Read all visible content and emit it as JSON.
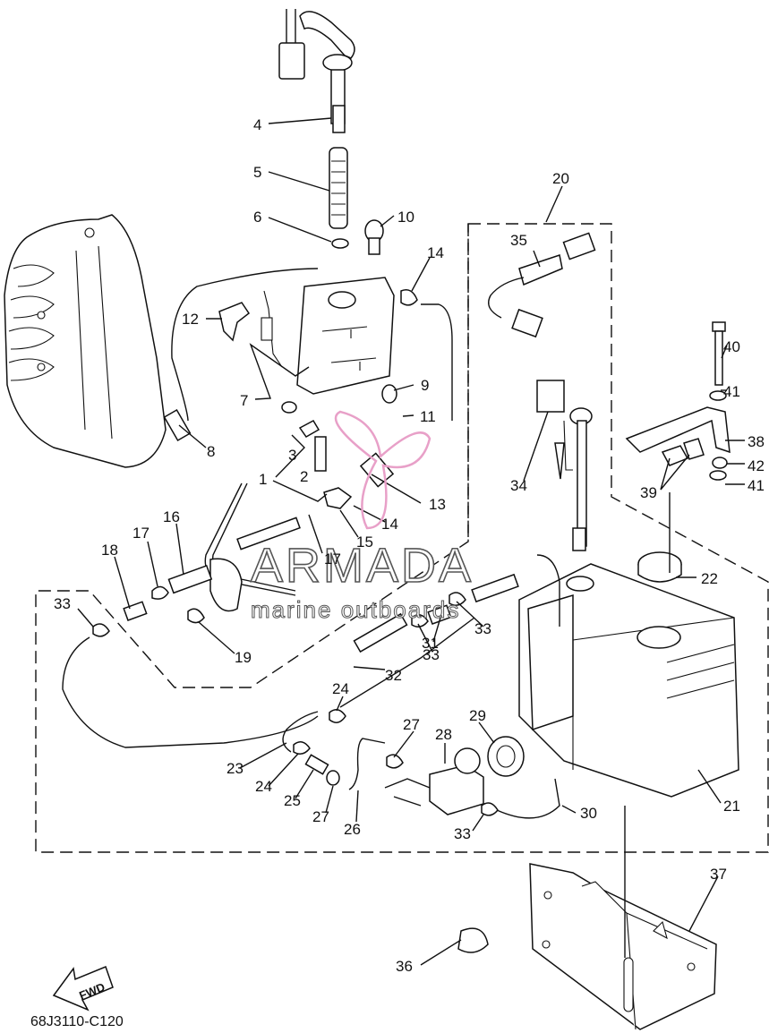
{
  "diagram": {
    "drawing_code": "68J3110-C120",
    "fwd_label": "FWD",
    "watermark": {
      "brand": "ARMADA",
      "tagline": "marine outboards",
      "accent_color": "#e8a0c8"
    },
    "callouts": [
      {
        "id": "c4",
        "label": "4"
      },
      {
        "id": "c5",
        "label": "5"
      },
      {
        "id": "c6",
        "label": "6"
      },
      {
        "id": "c10",
        "label": "10"
      },
      {
        "id": "c14a",
        "label": "14"
      },
      {
        "id": "c12",
        "label": "12"
      },
      {
        "id": "c7",
        "label": "7"
      },
      {
        "id": "c9",
        "label": "9"
      },
      {
        "id": "c11",
        "label": "11"
      },
      {
        "id": "c8",
        "label": "8"
      },
      {
        "id": "c3",
        "label": "3"
      },
      {
        "id": "c1",
        "label": "1"
      },
      {
        "id": "c2",
        "label": "2"
      },
      {
        "id": "c13",
        "label": "13"
      },
      {
        "id": "c14b",
        "label": "14"
      },
      {
        "id": "c15",
        "label": "15"
      },
      {
        "id": "c16",
        "label": "16"
      },
      {
        "id": "c17a",
        "label": "17"
      },
      {
        "id": "c17b",
        "label": "17"
      },
      {
        "id": "c18",
        "label": "18"
      },
      {
        "id": "c19",
        "label": "19"
      },
      {
        "id": "c20",
        "label": "20"
      },
      {
        "id": "c35",
        "label": "35"
      },
      {
        "id": "c34",
        "label": "34"
      },
      {
        "id": "c40",
        "label": "40"
      },
      {
        "id": "c41a",
        "label": "41"
      },
      {
        "id": "c38",
        "label": "38"
      },
      {
        "id": "c42",
        "label": "42"
      },
      {
        "id": "c41b",
        "label": "41"
      },
      {
        "id": "c39",
        "label": "39"
      },
      {
        "id": "c22",
        "label": "22"
      },
      {
        "id": "c21",
        "label": "21"
      },
      {
        "id": "c33a",
        "label": "33"
      },
      {
        "id": "c33b",
        "label": "33"
      },
      {
        "id": "c33c",
        "label": "33"
      },
      {
        "id": "c31",
        "label": "31"
      },
      {
        "id": "c32",
        "label": "32"
      },
      {
        "id": "c24a",
        "label": "24"
      },
      {
        "id": "c23",
        "label": "23"
      },
      {
        "id": "c24b",
        "label": "24"
      },
      {
        "id": "c25",
        "label": "25"
      },
      {
        "id": "c27a",
        "label": "27"
      },
      {
        "id": "c27b",
        "label": "27"
      },
      {
        "id": "c26",
        "label": "26"
      },
      {
        "id": "c28",
        "label": "28"
      },
      {
        "id": "c29",
        "label": "29"
      },
      {
        "id": "c30",
        "label": "30"
      },
      {
        "id": "c33d",
        "label": "33"
      },
      {
        "id": "c37",
        "label": "37"
      },
      {
        "id": "c36",
        "label": "36"
      }
    ]
  }
}
